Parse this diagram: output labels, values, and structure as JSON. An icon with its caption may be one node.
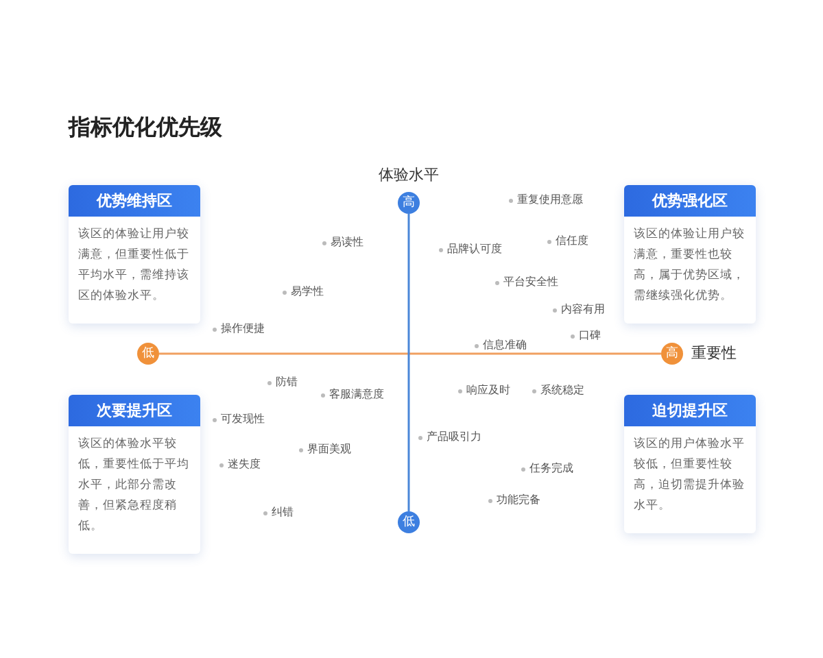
{
  "diagram": {
    "title": "指标优化优先级",
    "nodes": [
      {
        "text": [
          "优势维持区",
          "该区的体验让用户较满意，但重要性低于平均水平，需维持该区的体验水平。"
        ]
      },
      {
        "text": [
          "优势强化区",
          "该区的体验让用户较满意，重要性也较高，属于优势区域，需继续强化优势。"
        ]
      },
      {
        "text": [
          "次要提升区",
          "该区的体验水平较低，重要性低于平均水平，此部分需改善，但紧急程度稍低。"
        ]
      },
      {
        "text": [
          "迫切提升区",
          "该区的用户体验水平较低，但重要性较高，迫切需提升体验水平。"
        ]
      }
    ],
    "labels": [
      "体验水平",
      "高",
      "重复使用意愿",
      "易读性",
      "品牌认可度",
      "信任度",
      "易学性",
      "平台安全性",
      "内容有用",
      "操作便捷",
      "口碑",
      "信息准确",
      "低",
      "高",
      "重要性",
      "防错",
      "客服满意度",
      "响应及时",
      "系统稳定",
      "可发现性",
      "产品吸引力",
      "界面美观",
      "迷失度",
      "任务完成",
      "功能完备",
      "纠错",
      "低"
    ]
  }
}
